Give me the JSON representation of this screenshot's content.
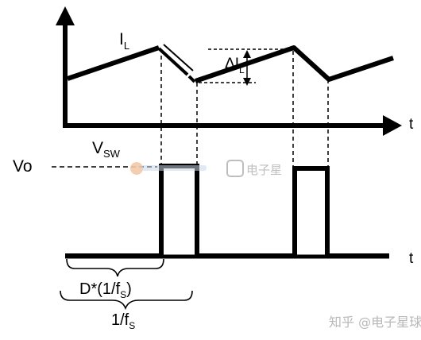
{
  "labels": {
    "inductor_current_main": "I",
    "inductor_current_sub": "L",
    "ripple_main": "ΔI",
    "ripple_sub": "L",
    "time_top": "t",
    "time_bottom": "t",
    "switch_voltage_main": "V",
    "switch_voltage_sub": "SW",
    "output_voltage": "Vo",
    "on_time_prefix": "D*(1/f",
    "on_time_sub": "S",
    "on_time_suffix": ")",
    "period_main": "1/f",
    "period_sub": "S"
  },
  "watermarks": {
    "center_text": "电子星",
    "corner_text": "知乎 @电子星球"
  },
  "colors": {
    "ink": "#000000",
    "watermark_gray": "#b8b8b8",
    "watermark_orange": "#f2c9a8",
    "watermark_blue": "#c9d6e6"
  }
}
